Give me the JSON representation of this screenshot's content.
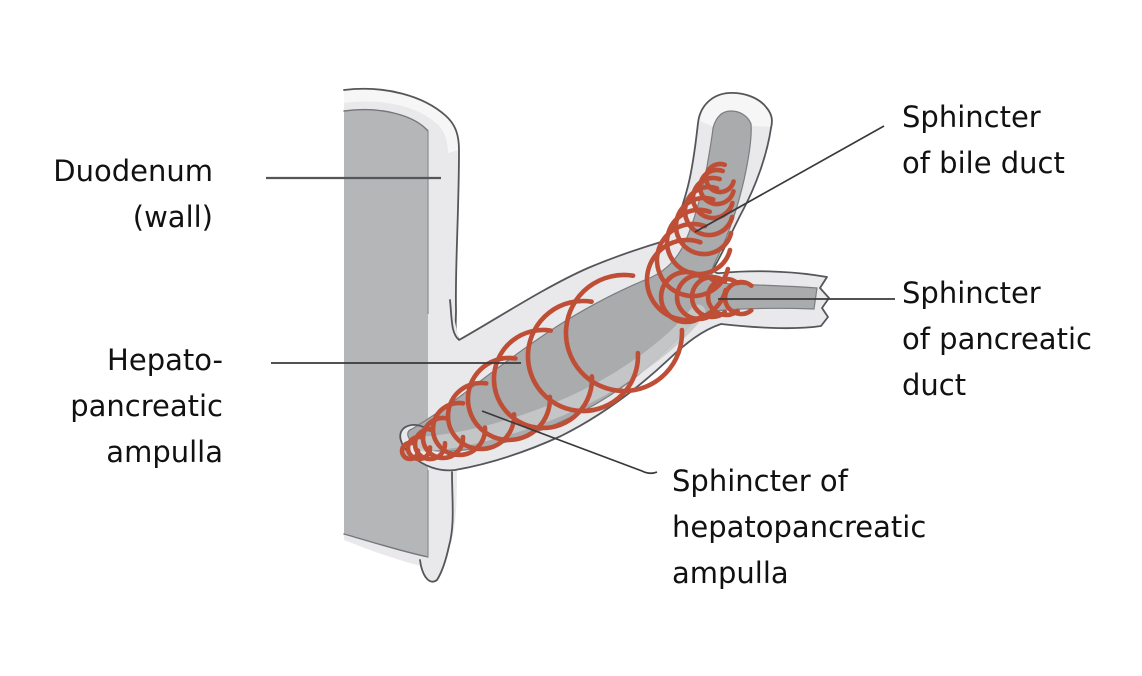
{
  "labels": {
    "duodenum": {
      "line1": "Duodenum",
      "line2": "(wall)"
    },
    "hepatopancreatic_ampulla": {
      "line1": "Hepato-",
      "line2": "pancreatic",
      "line3": "ampulla"
    },
    "sphincter_bile_duct": {
      "line1": "Sphincter",
      "line2": "of bile duct"
    },
    "sphincter_pancreatic_duct": {
      "line1": "Sphincter",
      "line2": "of pancreatic",
      "line3": "duct"
    },
    "sphincter_hepatopancreatic_ampulla": {
      "line1": "Sphincter of",
      "line2": "hepatopancreatic",
      "line3": "ampulla"
    }
  },
  "colors": {
    "background": "#ffffff",
    "duct_wall": "#e9e9eb",
    "cut_surface": "#f6f6f7",
    "duodenum_interior": "#b4b6b8",
    "duct_lumen": "#a9abad",
    "lumen_highlight": "#c6c8ca",
    "outline": "#54565a",
    "sphincter_muscle_red": "#bf4e36",
    "leader_line": "#39393b",
    "text": "#111111"
  }
}
